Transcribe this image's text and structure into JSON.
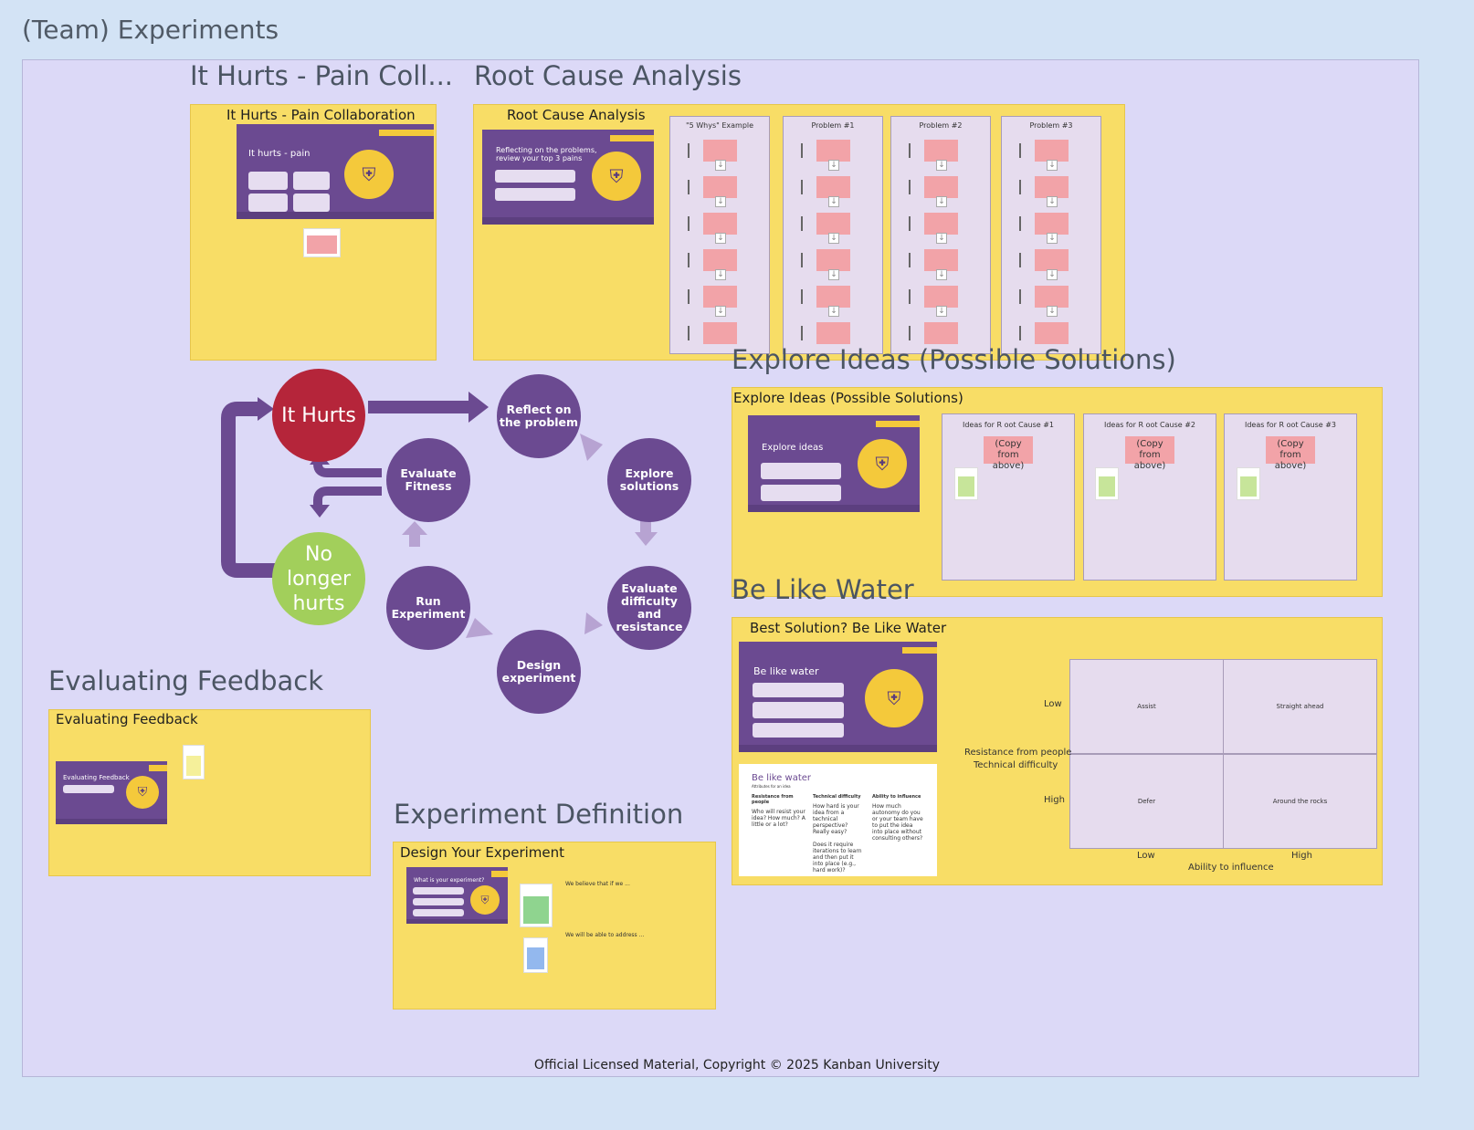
{
  "board": {
    "title": "(Team) Experiments"
  },
  "sections": {
    "it_hurts": {
      "title": "It Hurts - Pain Coll...",
      "frame_title": "It Hurts - Pain Collaboration",
      "slide_title": "It hurts - pain"
    },
    "root_cause": {
      "title": "Root Cause Analysis",
      "frame_title": "Root Cause Analysis",
      "slide_title": "Reflecting on the problems, review your top 3 pains",
      "panels": [
        "\"5 Whys\" Example",
        "Problem #1",
        "Problem #2",
        "Problem #3"
      ]
    },
    "explore": {
      "title": "Explore Ideas (Possible Solutions)",
      "frame_title": "Explore Ideas (Possible Solutions)",
      "slide_title": "Explore ideas",
      "panels": [
        "Ideas for R oot Cause #1",
        "Ideas for R oot Cause #2",
        "Ideas for R oot Cause #3"
      ],
      "copy_label": "(Copy from above)"
    },
    "water": {
      "title": "Be Like Water",
      "frame_title": "Best Solution? Be Like Water",
      "slide_title": "Be like water",
      "doc": {
        "title": "Be like water",
        "subtitle": "Attributes for an idea",
        "cols": [
          {
            "head": "Resistance from people",
            "body": "Who will resist your idea? How much? A little or a lot?"
          },
          {
            "head": "Technical difficulty",
            "body": "How hard is your idea from a technical perspective? Really easy?\n\nDoes it require iterations to learn and then put it into place (e.g., hard work)?"
          },
          {
            "head": "Ability to influence",
            "body": "How much autonomy do you or your team have to put the idea into place without consulting others?"
          }
        ]
      },
      "matrix": {
        "cells": [
          "Assist",
          "Straight ahead",
          "Defer",
          "Around the rocks"
        ],
        "y_low": "Low",
        "y_high": "High",
        "y_label_1": "Resistance from people",
        "y_label_2": "Technical difficulty",
        "x_low": "Low",
        "x_high": "High",
        "x_label": "Ability to influence"
      }
    },
    "evaluating": {
      "title": "Evaluating Feedback",
      "frame_title": "Evaluating Feedback",
      "slide_title": "Evaluating Feedback"
    },
    "experiment": {
      "title": "Experiment Definition",
      "frame_title": "Design Your Experiment",
      "slide_title": "What is your experiment?",
      "note1": "We believe that if we ...",
      "note2": "We will be able to address ..."
    }
  },
  "cycle": {
    "it_hurts": "It Hurts",
    "no_longer": "No longer hurts",
    "steps": [
      "Reflect on the problem",
      "Explore solutions",
      "Evaluate difficulty and resistance",
      "Design experiment",
      "Run Experiment",
      "Evaluate Fitness"
    ]
  },
  "colors": {
    "red": "#b5253a",
    "green": "#a2cf5b",
    "purple": "#6b4a91",
    "yellow": "#f8dd66"
  },
  "footer": "Official Licensed Material, Copyright © 2025 Kanban University"
}
